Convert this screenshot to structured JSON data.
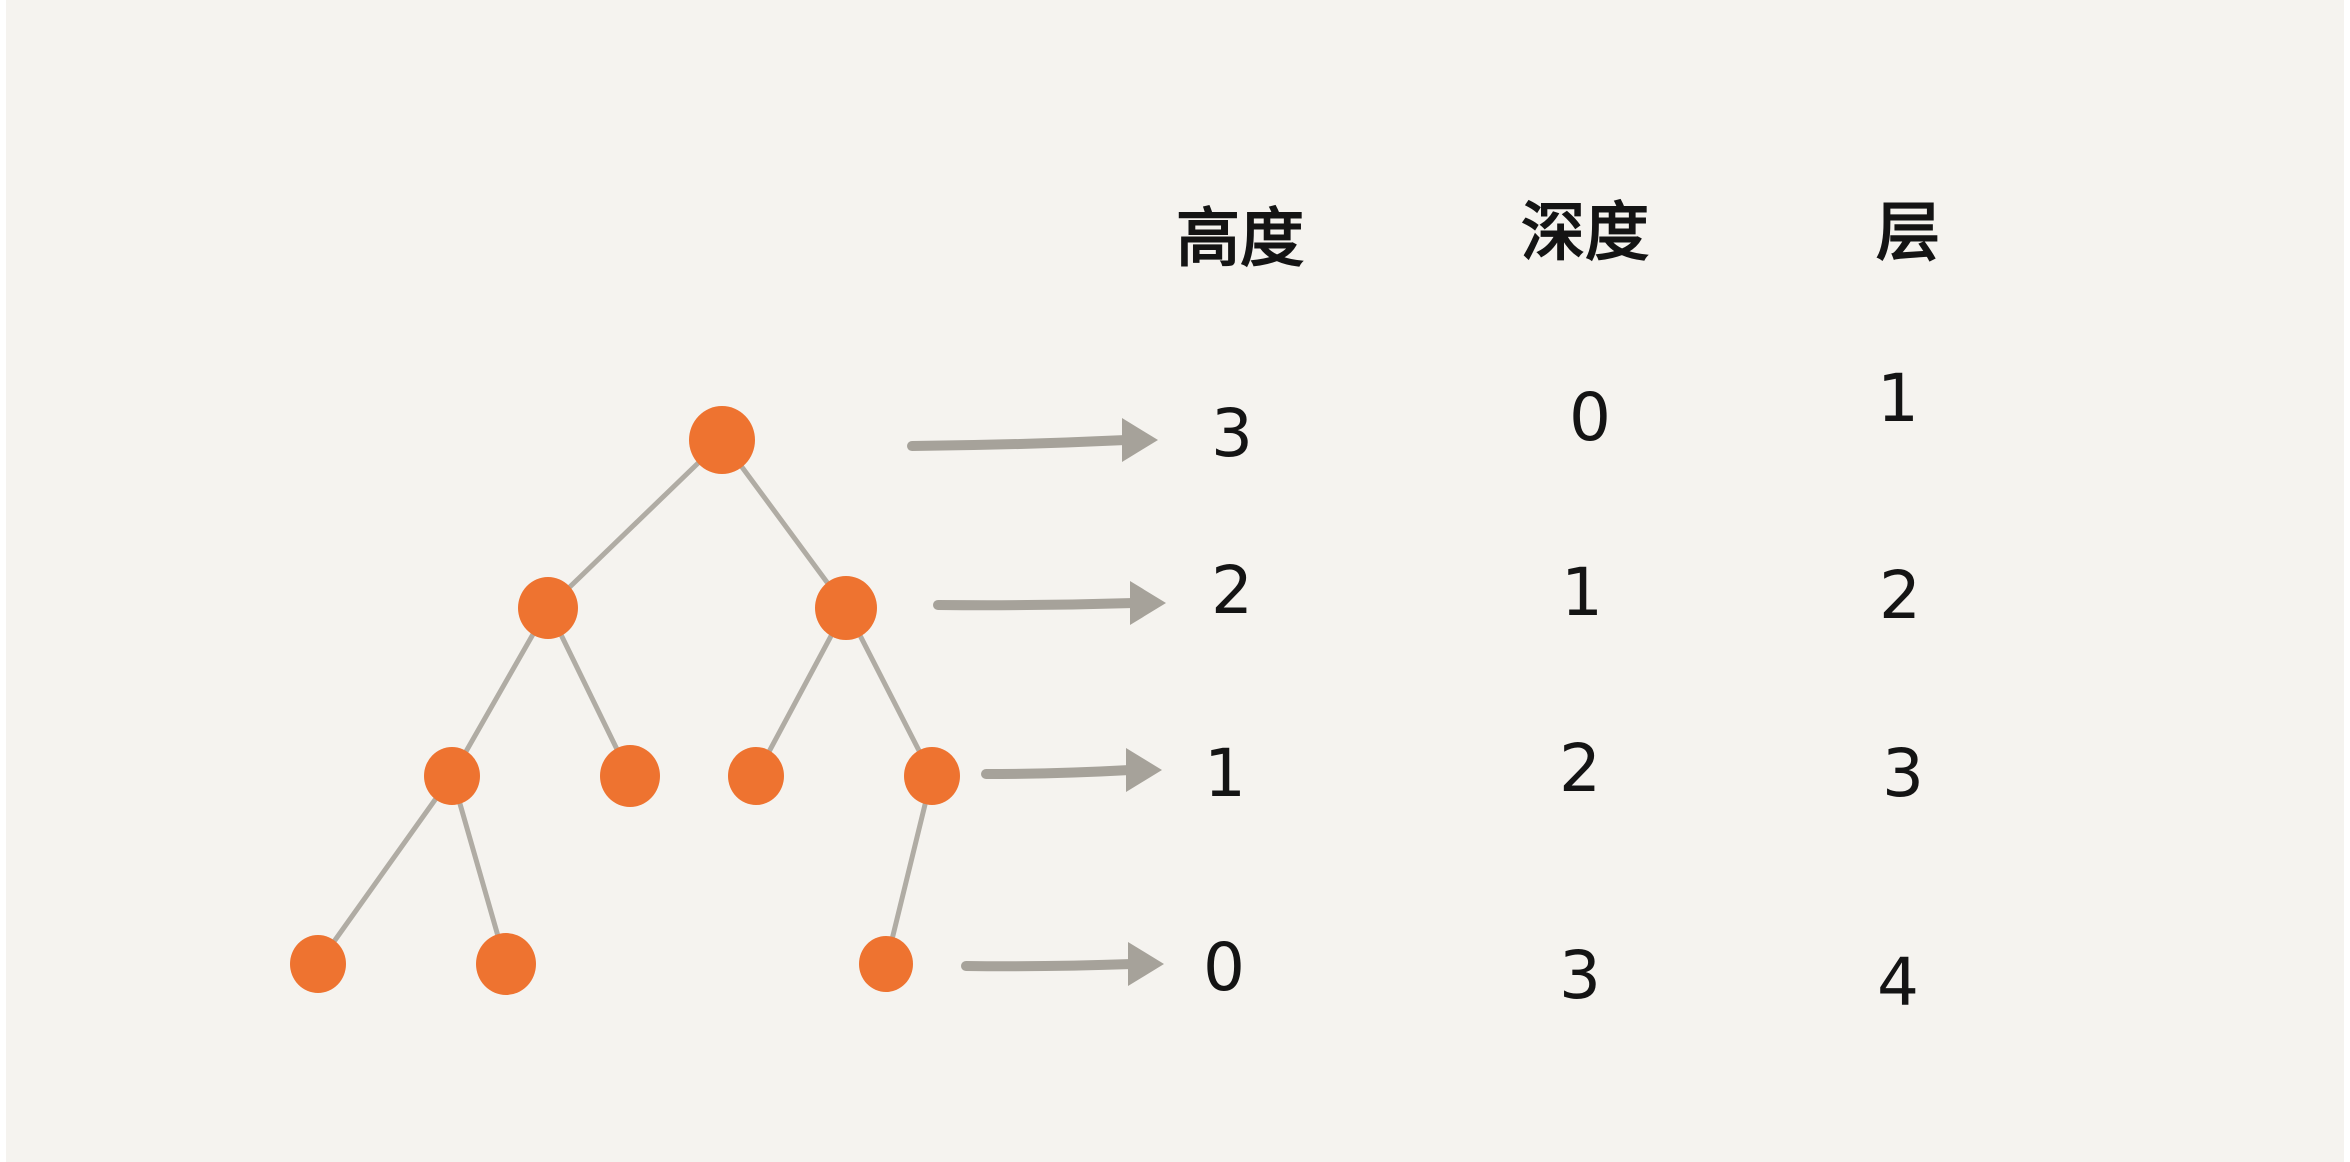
{
  "diagram": {
    "colors": {
      "background": "#f5f3ef",
      "node": "#ee7330",
      "edge": "#b0aca4",
      "arrow": "#a6a29a",
      "text": "#141414"
    },
    "headers": [
      "高度",
      "深度",
      "层"
    ],
    "rows": [
      {
        "height": "3",
        "depth": "0",
        "level": "1"
      },
      {
        "height": "2",
        "depth": "1",
        "level": "2"
      },
      {
        "height": "1",
        "depth": "2",
        "level": "3"
      },
      {
        "height": "0",
        "depth": "3",
        "level": "4"
      }
    ],
    "tree": {
      "nodes": [
        {
          "id": "root"
        },
        {
          "id": "L"
        },
        {
          "id": "R"
        },
        {
          "id": "LL"
        },
        {
          "id": "LR"
        },
        {
          "id": "RL"
        },
        {
          "id": "RR"
        },
        {
          "id": "LLL"
        },
        {
          "id": "LLR"
        },
        {
          "id": "RRL"
        }
      ],
      "edges": [
        [
          "root",
          "L"
        ],
        [
          "root",
          "R"
        ],
        [
          "L",
          "LL"
        ],
        [
          "L",
          "LR"
        ],
        [
          "R",
          "RL"
        ],
        [
          "R",
          "RR"
        ],
        [
          "LL",
          "LLL"
        ],
        [
          "LL",
          "LLR"
        ],
        [
          "RR",
          "RRL"
        ]
      ]
    }
  }
}
